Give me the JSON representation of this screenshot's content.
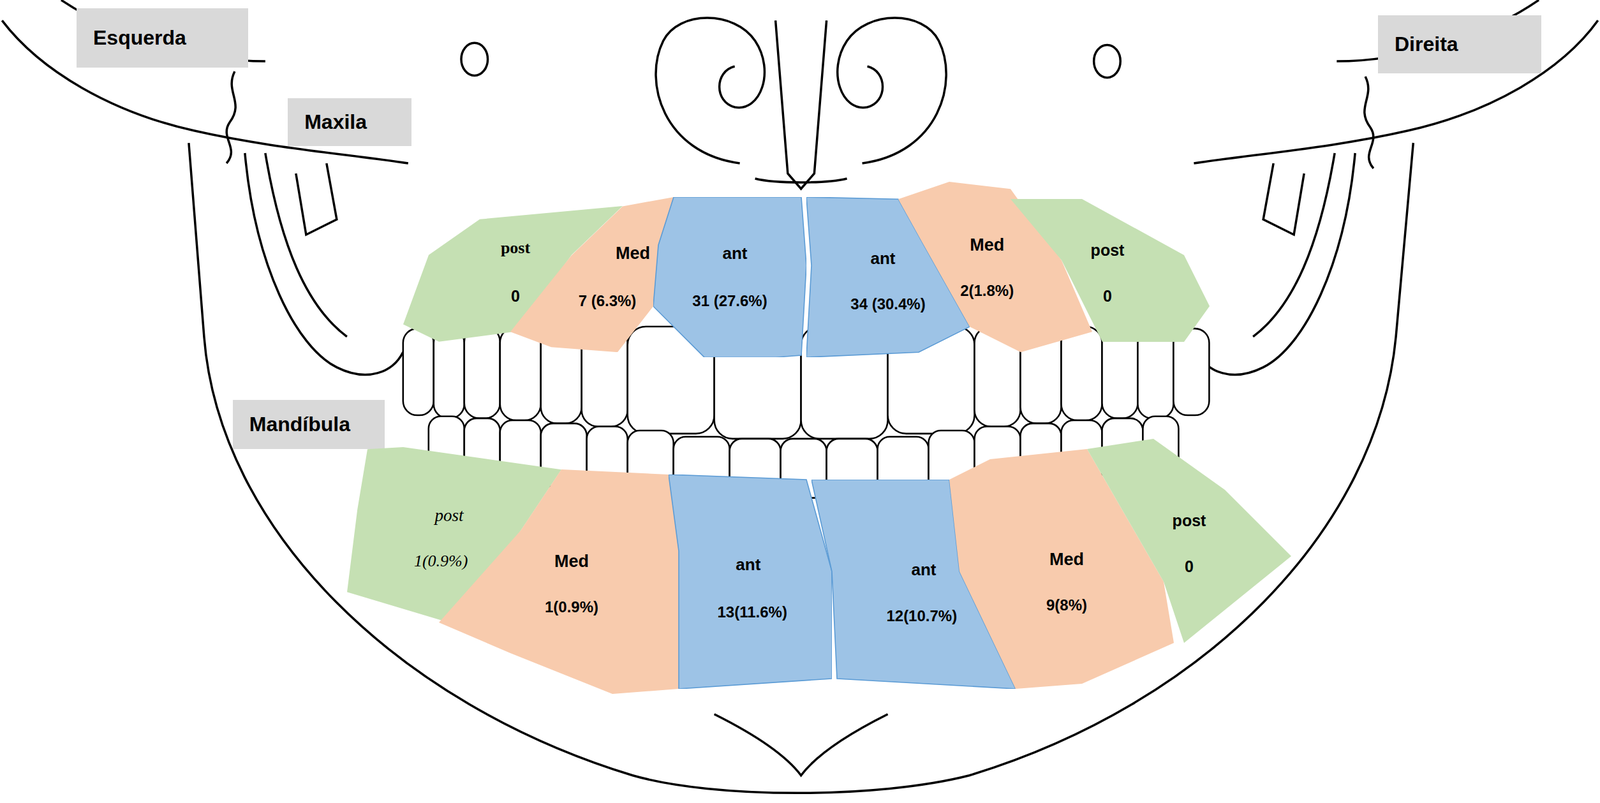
{
  "diagram": {
    "nodes": [
      {
        "text": [
          "Esquerda"
        ]
      },
      {
        "text": [
          "Direita"
        ]
      },
      {
        "text": [
          "Maxila"
        ]
      },
      {
        "text": [
          "post",
          "0"
        ]
      },
      {
        "text": [
          "Med",
          "7 (6.3%)"
        ]
      },
      {
        "text": [
          "ant",
          "31 (27.6%)"
        ]
      },
      {
        "text": [
          "ant",
          "34 (30.4%)"
        ]
      },
      {
        "text": [
          "Med",
          "2(1.8%)"
        ]
      },
      {
        "text": [
          "post",
          "0"
        ]
      },
      {
        "text": [
          "Mandíbula"
        ]
      },
      {
        "text": [
          "post",
          "1(0.9%)"
        ]
      },
      {
        "text": [
          "Med",
          "1(0.9%)"
        ]
      },
      {
        "text": [
          "ant",
          "13(11.6%)"
        ]
      },
      {
        "text": [
          "ant",
          "12(10.7%)"
        ]
      },
      {
        "text": [
          "Med",
          "9(8%)"
        ]
      },
      {
        "text": [
          "post",
          "0"
        ]
      }
    ]
  }
}
